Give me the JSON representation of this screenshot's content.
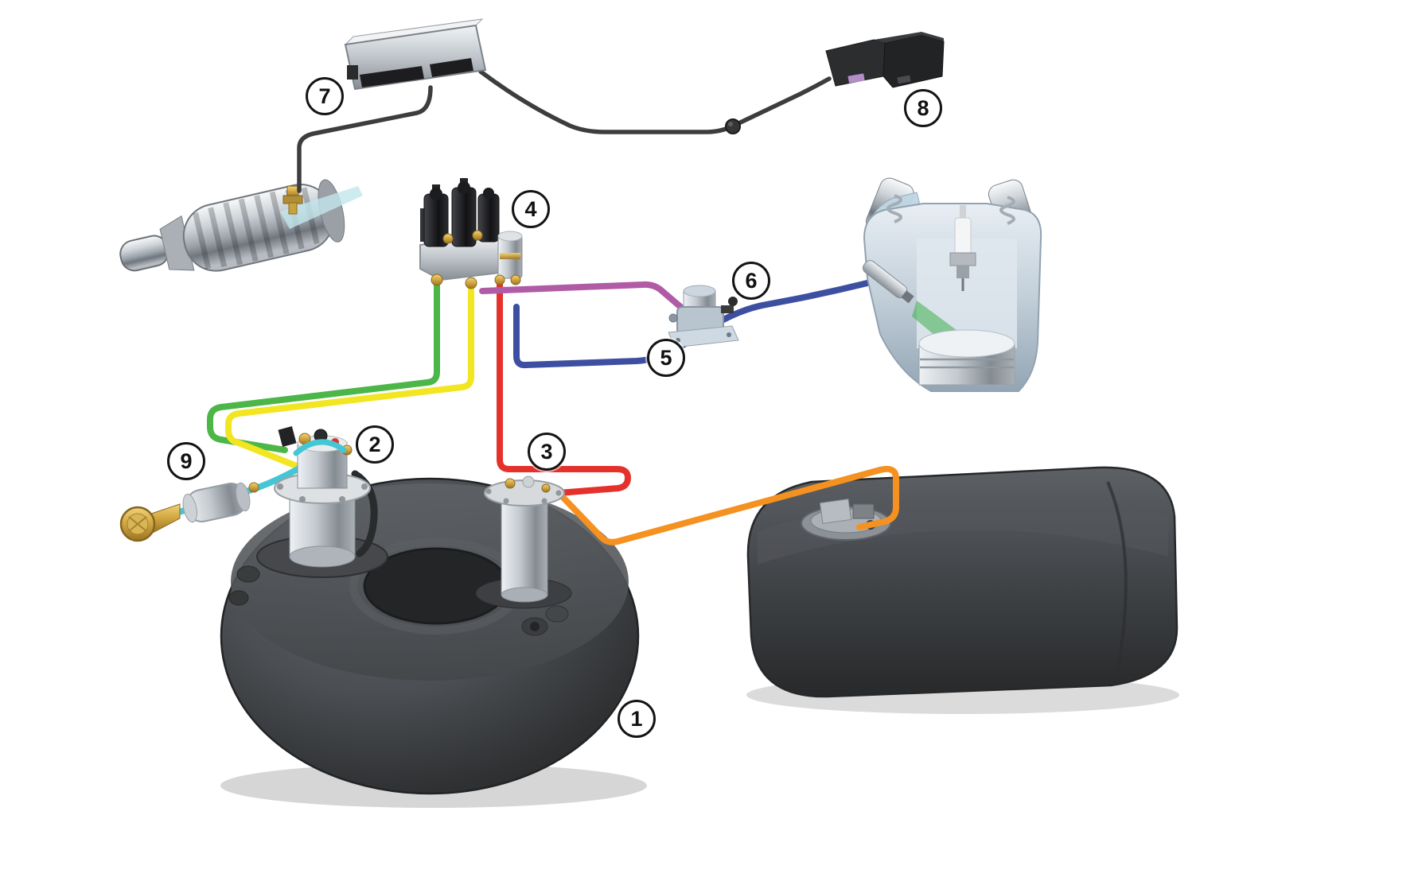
{
  "labels": [
    {
      "num": "1"
    },
    {
      "num": "2"
    },
    {
      "num": "3"
    },
    {
      "num": "4"
    },
    {
      "num": "5"
    },
    {
      "num": "6"
    },
    {
      "num": "7"
    },
    {
      "num": "8"
    },
    {
      "num": "9"
    }
  ],
  "colors": {
    "green": "#4cb648",
    "yellow": "#f2e522",
    "red": "#e5312b",
    "purple": "#b05ba6",
    "blue": "#3d4fa1",
    "orange": "#f59120",
    "cyan": "#45c6d4",
    "wire": "#3c3d3f"
  }
}
